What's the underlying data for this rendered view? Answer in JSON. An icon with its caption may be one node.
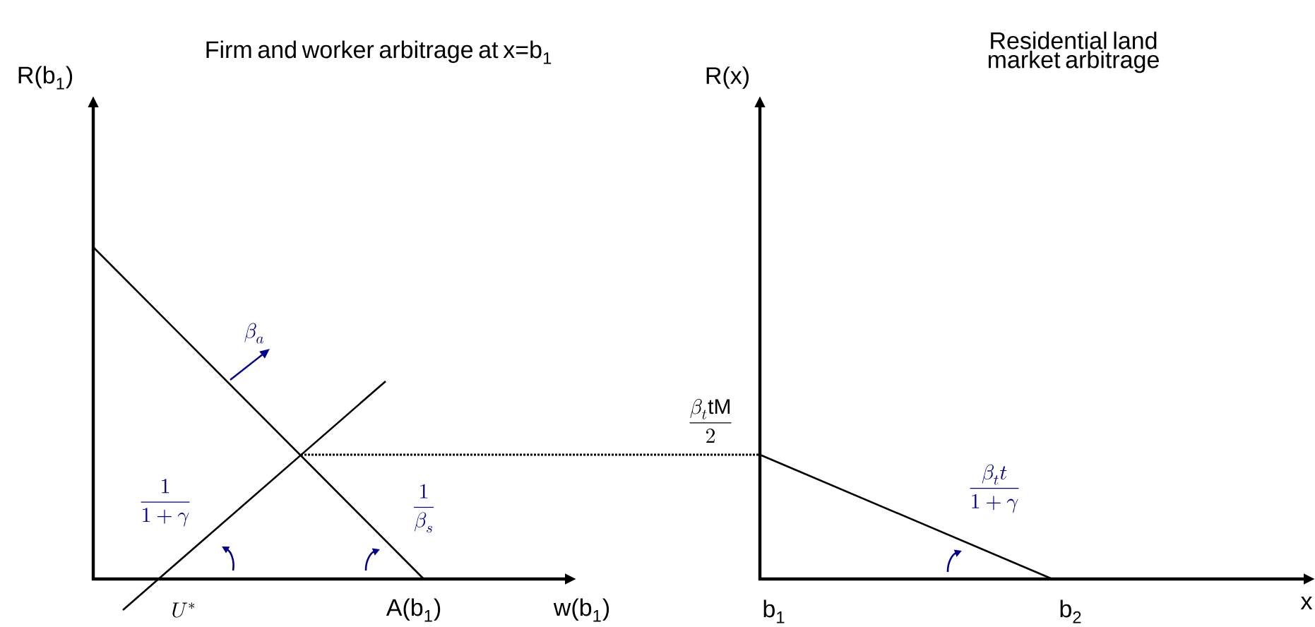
{
  "diagram": {
    "labels": [
      "Firm and worker arbitrage at x=b$_{1}$",
      "Residential land market arbitrage",
      "R(b$_{1}$)",
      "R(x)",
      "\\beta_a",
      "\\frac{\\beta_t \\mathrm{tM}}{2}",
      "\\frac{1}{1+\\gamma}",
      "\\frac{1}{\\beta_s}",
      "\\frac{\\beta_t t}{1+\\gamma}",
      "U^*",
      "A(b$_{1}$)",
      "w(b$_{1}$)",
      "b$_{1}$",
      "b$_{2}$",
      "x"
    ]
  }
}
